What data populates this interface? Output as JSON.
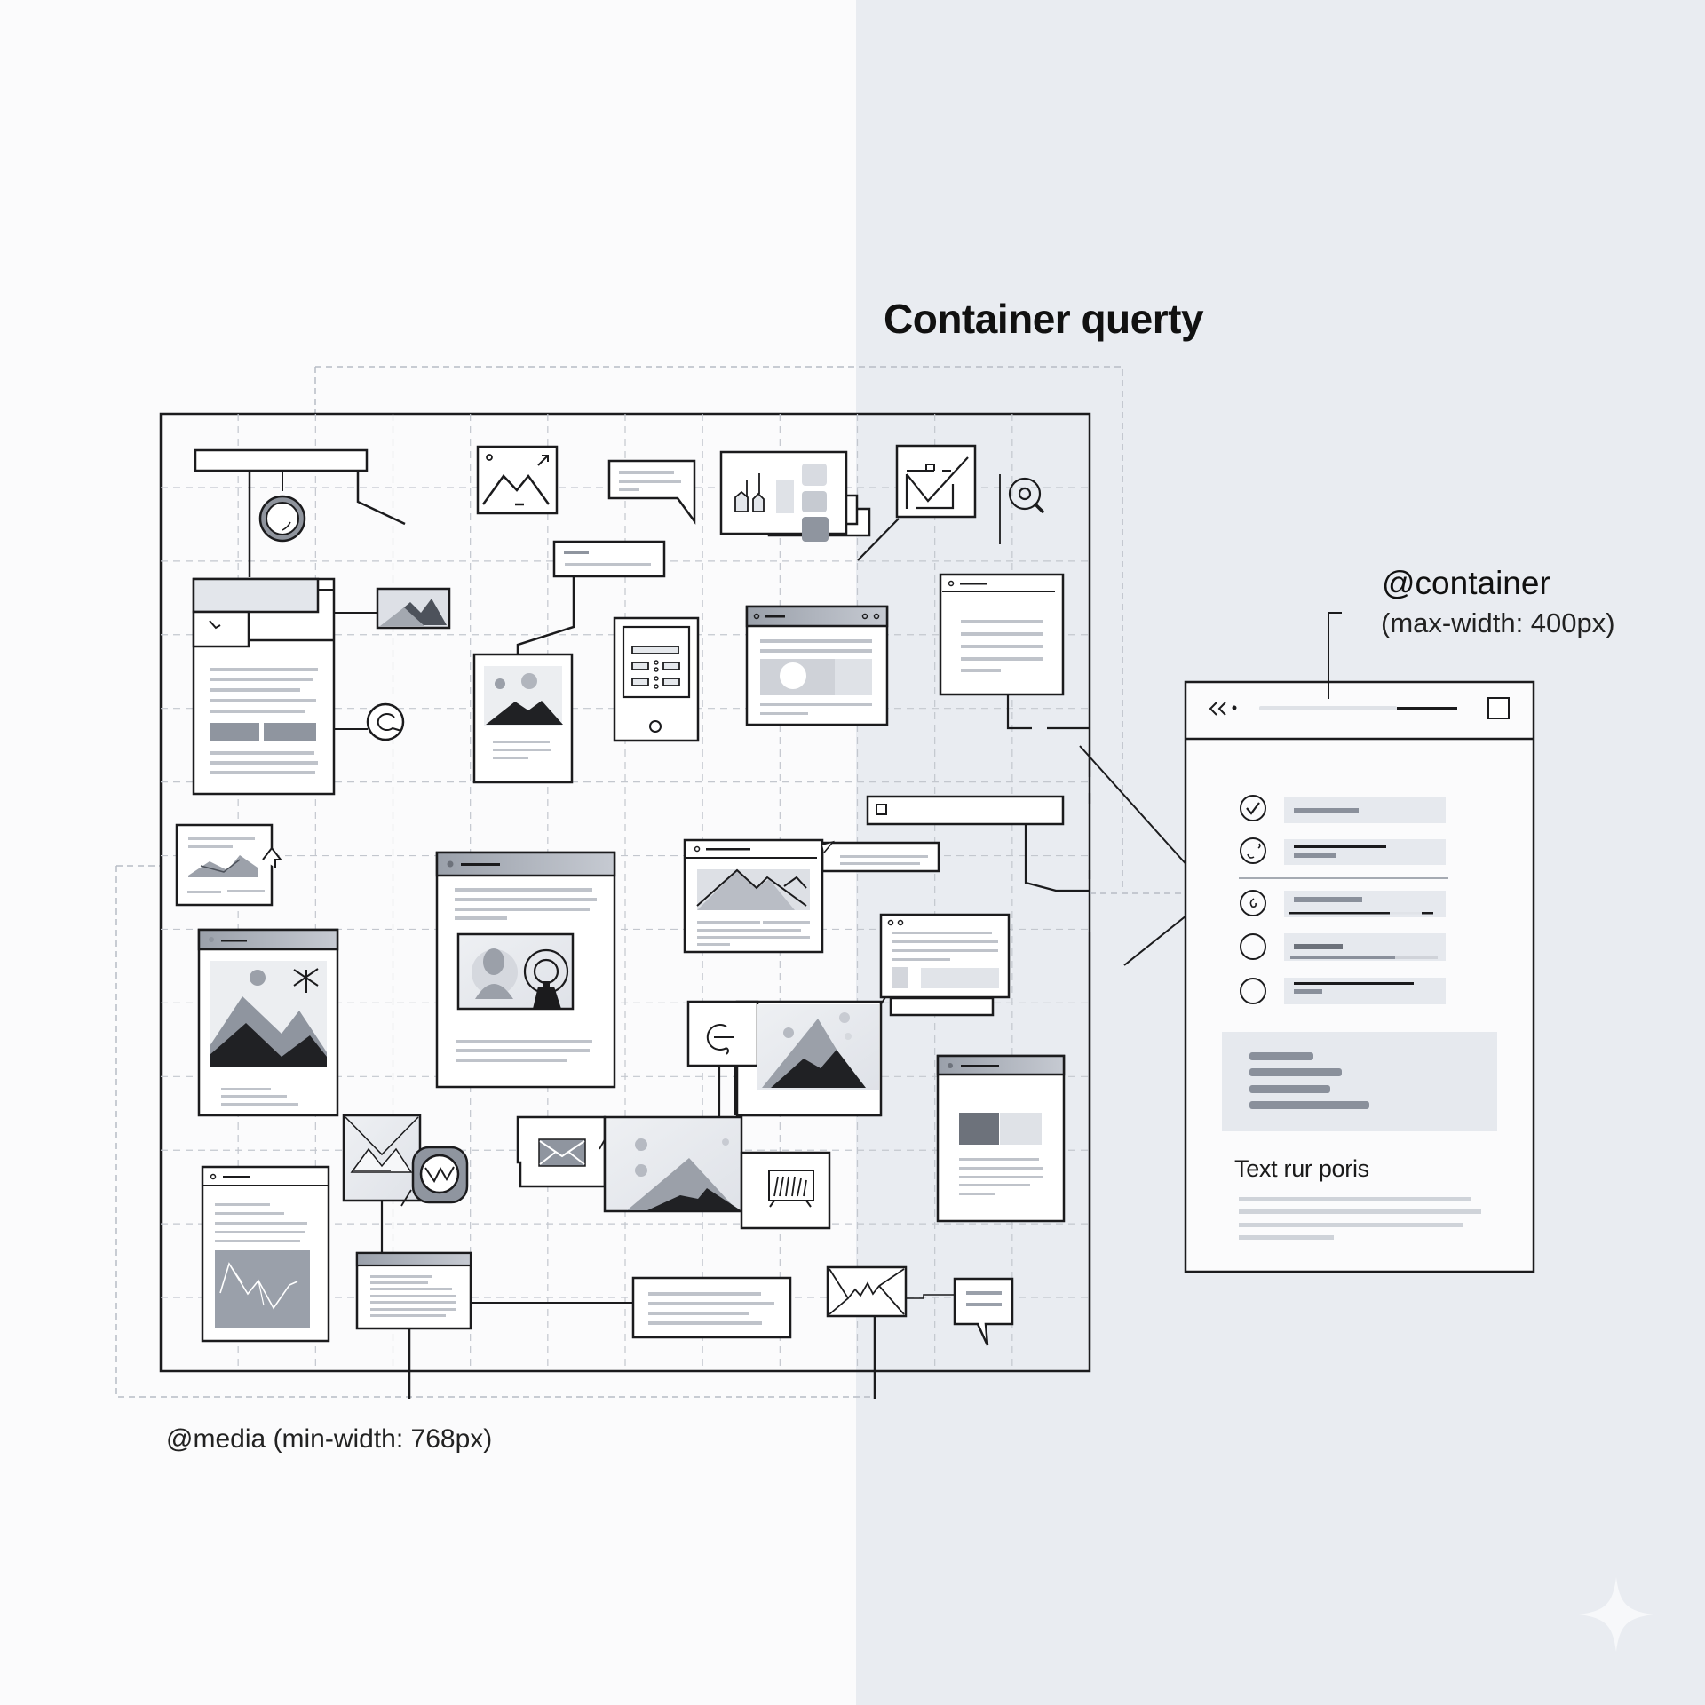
{
  "diagram": {
    "title": "Container querty",
    "container_query": {
      "keyword": "@container",
      "condition": "(max-width: 400px)"
    },
    "media_query": {
      "label": "@media (min-width: 768px)"
    },
    "component_panel": {
      "header_icon": "double-chevron-left-icon",
      "header_action_icon": "square-icon",
      "list_items": [
        {
          "icon": "check-circle-icon",
          "state": "checked"
        },
        {
          "icon": "refresh-circle-icon",
          "state": "loading"
        },
        {
          "icon": "spinner-circle-icon",
          "state": "in-progress"
        },
        {
          "icon": "empty-circle-icon",
          "state": "unchecked"
        },
        {
          "icon": "empty-circle-icon",
          "state": "unchecked"
        }
      ],
      "heading": "Text rur poris"
    },
    "colors": {
      "ink": "#1b1b1d",
      "placeholder": "#b9bec6",
      "placeholder_dark": "#8a909b",
      "fill_light": "#e6e9ee",
      "right_background": "#e9ecf1",
      "left_background": "#fbfbfc"
    },
    "grid_components": [
      "header-bar",
      "avatar-circle",
      "sidebar-card",
      "image-thumbnail",
      "at-icon",
      "image-upload-icon",
      "speech-bubble",
      "search-bar",
      "photo-card",
      "calculator-device",
      "chart-card",
      "browser-window",
      "mail-check-icon",
      "search-icon",
      "monitor-window",
      "chart-thumbnail",
      "checkbox-input",
      "landscape-window",
      "hero-card",
      "profile-card",
      "tooltip-card",
      "network-card",
      "mail-icon",
      "wave-badge",
      "article-window",
      "edge-icon",
      "mountain-photo",
      "text-card",
      "envelope-icon",
      "chat-bubble",
      "tv-icon",
      "sidebar-list-window"
    ]
  }
}
